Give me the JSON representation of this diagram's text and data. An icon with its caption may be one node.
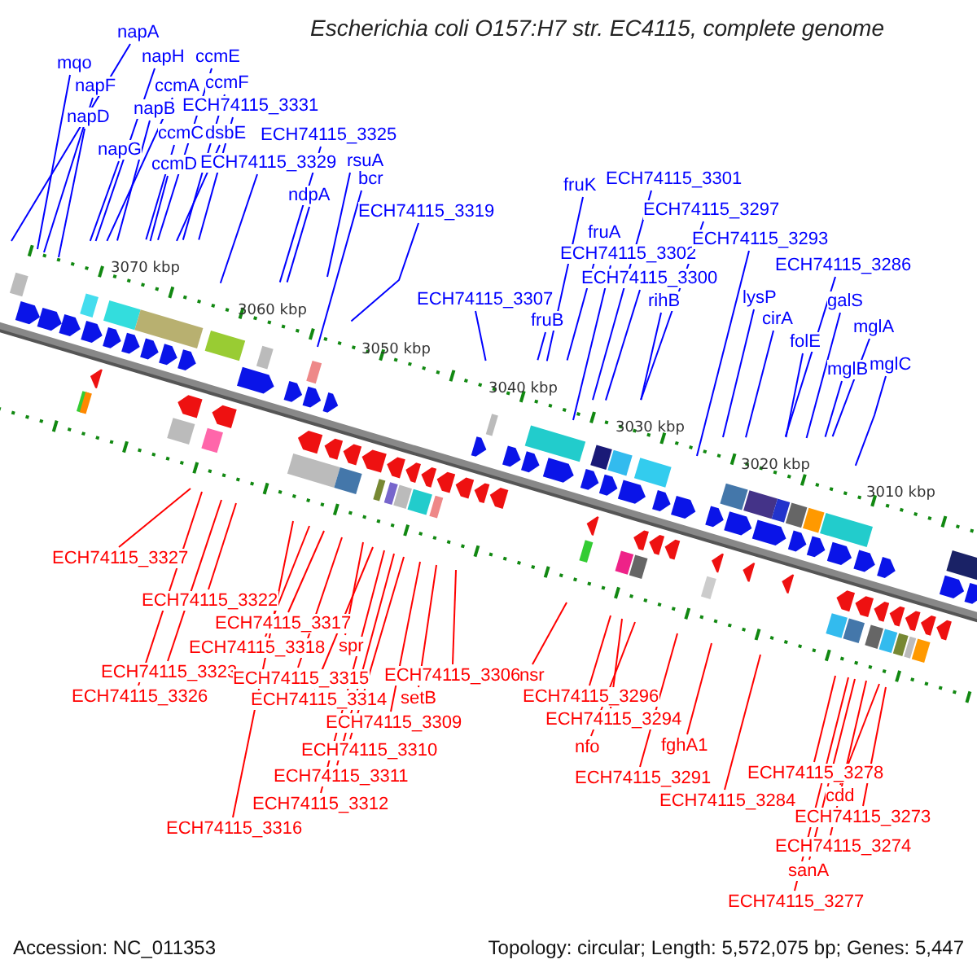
{
  "diagram": {
    "title": "Escherichia coli O157:H7 str. EC4115, complete genome",
    "nodes": [
      {
        "text": [
          "napA"
        ]
      },
      {
        "text": [
          "mqo"
        ]
      },
      {
        "text": [
          "napF"
        ]
      },
      {
        "text": [
          "napD"
        ]
      },
      {
        "text": [
          "napG"
        ]
      },
      {
        "text": [
          "napH"
        ]
      },
      {
        "text": [
          "ccmA"
        ]
      },
      {
        "text": [
          "napB"
        ]
      },
      {
        "text": [
          "ccmC"
        ]
      },
      {
        "text": [
          "ccmD"
        ]
      },
      {
        "text": [
          "ccmE"
        ]
      },
      {
        "text": [
          "ccmF"
        ]
      },
      {
        "text": [
          "ECH74115_3331"
        ]
      },
      {
        "text": [
          "dsbE"
        ]
      },
      {
        "text": [
          "ECH74115_3329"
        ]
      },
      {
        "text": [
          "ECH74115_3325"
        ]
      },
      {
        "text": [
          "ndpA"
        ]
      },
      {
        "text": [
          "rsuA"
        ]
      },
      {
        "text": [
          "bcr"
        ]
      },
      {
        "text": [
          "ECH74115_3319"
        ]
      },
      {
        "text": [
          "ECH74115_3307"
        ]
      },
      {
        "text": [
          "fruB"
        ]
      },
      {
        "text": [
          "fruK"
        ]
      },
      {
        "text": [
          "fruA"
        ]
      },
      {
        "text": [
          "ECH74115_3302"
        ]
      },
      {
        "text": [
          "ECH74115_3301"
        ]
      },
      {
        "text": [
          "ECH74115_3300"
        ]
      },
      {
        "text": [
          "ECH74115_3297"
        ]
      },
      {
        "text": [
          "rihB"
        ]
      },
      {
        "text": [
          "ECH74115_3293"
        ]
      },
      {
        "text": [
          "lysP"
        ]
      },
      {
        "text": [
          "ECH74115_3286"
        ]
      },
      {
        "text": [
          "cirA"
        ]
      },
      {
        "text": [
          "galS"
        ]
      },
      {
        "text": [
          "folE"
        ]
      },
      {
        "text": [
          "mglA"
        ]
      },
      {
        "text": [
          "mglB"
        ]
      },
      {
        "text": [
          "mglC"
        ]
      },
      {
        "text": [
          "ECH74115_3327"
        ]
      },
      {
        "text": [
          "ECH74115_3322"
        ]
      },
      {
        "text": [
          "ECH74115_3317"
        ]
      },
      {
        "text": [
          "ECH74115_3318"
        ]
      },
      {
        "text": [
          "spr"
        ]
      },
      {
        "text": [
          "ECH74115_3323"
        ]
      },
      {
        "text": [
          "ECH74115_3306"
        ]
      },
      {
        "text": [
          "ECH74115_3315"
        ]
      },
      {
        "text": [
          "ECH74115_3326"
        ]
      },
      {
        "text": [
          "ECH74115_3314"
        ]
      },
      {
        "text": [
          "setB"
        ]
      },
      {
        "text": [
          "ECH74115_3309"
        ]
      },
      {
        "text": [
          "ECH74115_3310"
        ]
      },
      {
        "text": [
          "ECH74115_3311"
        ]
      },
      {
        "text": [
          "ECH74115_3312"
        ]
      },
      {
        "text": [
          "ECH74115_3316"
        ]
      },
      {
        "text": [
          "nsr"
        ]
      },
      {
        "text": [
          "ECH74115_3296"
        ]
      },
      {
        "text": [
          "ECH74115_3294"
        ]
      },
      {
        "text": [
          "nfo"
        ]
      },
      {
        "text": [
          "fghA1"
        ]
      },
      {
        "text": [
          "ECH74115_3291"
        ]
      },
      {
        "text": [
          "ECH74115_3284"
        ]
      },
      {
        "text": [
          "ECH74115_3278"
        ]
      },
      {
        "text": [
          "cdd"
        ]
      },
      {
        "text": [
          "ECH74115_3273"
        ]
      },
      {
        "text": [
          "ECH74115_3274"
        ]
      },
      {
        "text": [
          "sanA"
        ]
      },
      {
        "text": [
          "ECH74115_3277"
        ]
      }
    ],
    "edges": [
      {
        "from": 0,
        "to": null,
        "arrow": "none"
      },
      {
        "from": 1,
        "to": null,
        "arrow": "none"
      },
      {
        "from": 2,
        "to": null,
        "arrow": "none"
      },
      {
        "from": 3,
        "to": null,
        "arrow": "none"
      },
      {
        "from": 4,
        "to": null,
        "arrow": "none"
      },
      {
        "from": 5,
        "to": null,
        "arrow": "none"
      },
      {
        "from": 6,
        "to": null,
        "arrow": "none"
      },
      {
        "from": 7,
        "to": null,
        "arrow": "none"
      },
      {
        "from": 8,
        "to": null,
        "arrow": "none"
      },
      {
        "from": 9,
        "to": null,
        "arrow": "none"
      },
      {
        "from": 10,
        "to": null,
        "arrow": "none"
      },
      {
        "from": 11,
        "to": null,
        "arrow": "none"
      },
      {
        "from": 12,
        "to": null,
        "arrow": "none"
      },
      {
        "from": 13,
        "to": null,
        "arrow": "none"
      },
      {
        "from": 14,
        "to": null,
        "arrow": "none"
      },
      {
        "from": 15,
        "to": null,
        "arrow": "none"
      },
      {
        "from": 16,
        "to": null,
        "arrow": "none"
      },
      {
        "from": 17,
        "to": null,
        "arrow": "none"
      },
      {
        "from": 18,
        "to": null,
        "arrow": "none"
      },
      {
        "from": 19,
        "to": null,
        "arrow": "none"
      },
      {
        "from": 20,
        "to": null,
        "arrow": "none"
      },
      {
        "from": 21,
        "to": null,
        "arrow": "none"
      },
      {
        "from": 22,
        "to": null,
        "arrow": "none"
      },
      {
        "from": 23,
        "to": null,
        "arrow": "none"
      },
      {
        "from": 24,
        "to": null,
        "arrow": "none"
      },
      {
        "from": 25,
        "to": null,
        "arrow": "none"
      },
      {
        "from": 26,
        "to": null,
        "arrow": "none"
      },
      {
        "from": 27,
        "to": null,
        "arrow": "none"
      },
      {
        "from": 28,
        "to": null,
        "arrow": "none"
      },
      {
        "from": 29,
        "to": null,
        "arrow": "none"
      },
      {
        "from": 30,
        "to": null,
        "arrow": "none"
      },
      {
        "from": 31,
        "to": null,
        "arrow": "none"
      },
      {
        "from": 32,
        "to": null,
        "arrow": "none"
      },
      {
        "from": 33,
        "to": null,
        "arrow": "none"
      },
      {
        "from": 34,
        "to": null,
        "arrow": "none"
      },
      {
        "from": 35,
        "to": null,
        "arrow": "none"
      },
      {
        "from": 36,
        "to": null,
        "arrow": "none"
      },
      {
        "from": 37,
        "to": null,
        "arrow": "none"
      },
      {
        "from": 38,
        "to": null,
        "arrow": "none",
        "color": "#ff0000"
      },
      {
        "from": 39,
        "to": null,
        "arrow": "none",
        "color": "#ff0000"
      },
      {
        "from": 40,
        "to": null,
        "arrow": "none",
        "color": "#ff0000"
      },
      {
        "from": 41,
        "to": null,
        "arrow": "none",
        "color": "#ff0000"
      },
      {
        "from": 42,
        "to": null,
        "arrow": "none",
        "color": "#ff0000"
      },
      {
        "from": 43,
        "to": null,
        "arrow": "none",
        "color": "#ff0000"
      },
      {
        "from": 44,
        "to": null,
        "arrow": "none",
        "color": "#ff0000"
      },
      {
        "from": 45,
        "to": null,
        "arrow": "none",
        "color": "#ff0000"
      },
      {
        "from": 46,
        "to": null,
        "arrow": "none",
        "color": "#ff0000"
      },
      {
        "from": 47,
        "to": null,
        "arrow": "none",
        "color": "#ff0000"
      },
      {
        "from": 48,
        "to": null,
        "arrow": "none",
        "color": "#ff0000"
      },
      {
        "from": 49,
        "to": null,
        "arrow": "none",
        "color": "#ff0000"
      },
      {
        "from": 50,
        "to": null,
        "arrow": "none",
        "color": "#ff0000"
      },
      {
        "from": 51,
        "to": null,
        "arrow": "none",
        "color": "#ff0000"
      },
      {
        "from": 52,
        "to": null,
        "arrow": "none",
        "color": "#ff0000"
      },
      {
        "from": 53,
        "to": null,
        "arrow": "none",
        "color": "#ff0000"
      },
      {
        "from": 54,
        "to": null,
        "arrow": "none",
        "color": "#ff0000"
      },
      {
        "from": 55,
        "to": null,
        "arrow": "none",
        "color": "#ff0000"
      },
      {
        "from": 56,
        "to": null,
        "arrow": "none",
        "color": "#ff0000"
      },
      {
        "from": 57,
        "to": null,
        "arrow": "none",
        "color": "#ff0000"
      },
      {
        "from": 58,
        "to": null,
        "arrow": "none",
        "color": "#ff0000"
      },
      {
        "from": 59,
        "to": null,
        "arrow": "none",
        "color": "#ff0000"
      },
      {
        "from": 60,
        "to": null,
        "arrow": "none",
        "color": "#ff0000"
      },
      {
        "from": 61,
        "to": null,
        "arrow": "none",
        "color": "#ff0000"
      },
      {
        "from": 62,
        "to": null,
        "arrow": "none",
        "color": "#ff0000"
      },
      {
        "from": 63,
        "to": null,
        "arrow": "none",
        "color": "#ff0000"
      },
      {
        "from": 64,
        "to": null,
        "arrow": "none",
        "color": "#ff0000"
      },
      {
        "from": 65,
        "to": null,
        "arrow": "none",
        "color": "#ff0000"
      },
      {
        "from": 66,
        "to": null,
        "arrow": "none",
        "color": "#ff0000"
      }
    ],
    "labels": [
      "3070 kbp",
      "3060 kbp",
      "3050 kbp",
      "3040 kbp",
      "3030 kbp",
      "3020 kbp",
      "3010 kbp",
      "Accession: NC_011353",
      "Topology: circular; Length: 5,572,075 bp; Genes: 5,447"
    ]
  }
}
